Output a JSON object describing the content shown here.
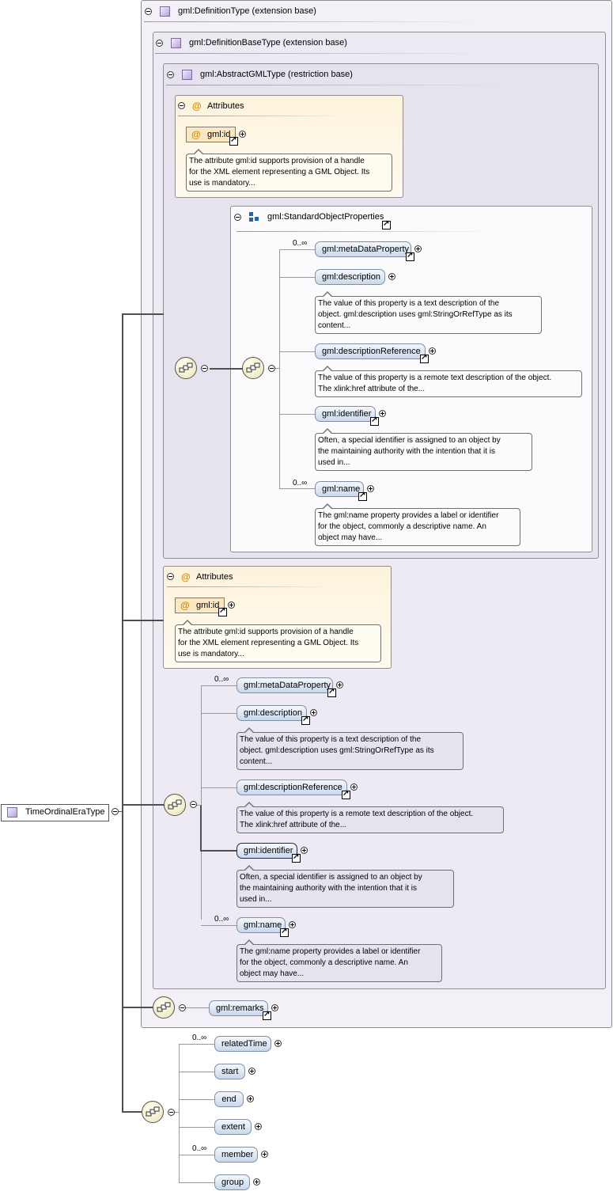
{
  "root": {
    "name": "TimeOrdinalEraType"
  },
  "definition_type": {
    "title": "gml:DefinitionType (extension base)"
  },
  "definition_base_type": {
    "title": "gml:DefinitionBaseType (extension base)"
  },
  "abstract_gml_type": {
    "title": "gml:AbstractGMLType (restriction base)"
  },
  "attributes_inner": {
    "title": "Attributes",
    "attr_name": "gml:id",
    "doc": [
      "The attribute gml:id supports provision of a handle",
      "for the XML element representing a GML Object. Its",
      "use is mandatory..."
    ]
  },
  "standard_object_properties": {
    "title": "gml:StandardObjectProperties"
  },
  "inner_elements": {
    "meta": {
      "name": "gml:metaDataProperty",
      "occ": "0..∞"
    },
    "description": {
      "name": "gml:description",
      "doc": [
        "The value of this property is a text description of the",
        "object. gml:description uses gml:StringOrRefType as its",
        "content..."
      ]
    },
    "description_reference": {
      "name": "gml:descriptionReference",
      "doc": [
        "The value of this property is a remote text description of the object.",
        "The xlink:href attribute of the..."
      ]
    },
    "identifier": {
      "name": "gml:identifier",
      "doc": [
        "Often, a special identifier is assigned to an object by",
        "the maintaining authority with the intention that it is",
        "used in..."
      ]
    },
    "name": {
      "name": "gml:name",
      "occ": "0..∞",
      "doc": [
        "The gml:name property provides a label or identifier",
        "for the object, commonly a descriptive name. An",
        "object may have..."
      ]
    }
  },
  "attributes_outer": {
    "title": "Attributes",
    "attr_name": "gml:id",
    "doc": [
      "The attribute gml:id supports provision of a handle",
      "for the XML element representing a GML Object. Its",
      "use is mandatory..."
    ]
  },
  "outer_elements": {
    "meta": {
      "name": "gml:metaDataProperty",
      "occ": "0..∞"
    },
    "description": {
      "name": "gml:description",
      "doc": [
        "The value of this property is a text description of the",
        "object. gml:description uses gml:StringOrRefType as its",
        "content..."
      ]
    },
    "description_reference": {
      "name": "gml:descriptionReference",
      "doc": [
        "The value of this property is a remote text description of the object.",
        "The xlink:href attribute of the..."
      ]
    },
    "identifier": {
      "name": "gml:identifier",
      "doc": [
        "Often, a special identifier is assigned to an object by",
        "the maintaining authority with the intention that it is",
        "used in..."
      ]
    },
    "name": {
      "name": "gml:name",
      "occ": "0..∞",
      "doc": [
        "The gml:name property provides a label or identifier",
        "for the object, commonly a descriptive name. An",
        "object may have..."
      ]
    }
  },
  "remarks": {
    "name": "gml:remarks"
  },
  "era_elements": {
    "related_time": {
      "name": "relatedTime",
      "occ": "0..∞"
    },
    "start": {
      "name": "start"
    },
    "end": {
      "name": "end"
    },
    "extent": {
      "name": "extent"
    },
    "member": {
      "name": "member",
      "occ": "0..∞"
    },
    "group": {
      "name": "group"
    }
  }
}
